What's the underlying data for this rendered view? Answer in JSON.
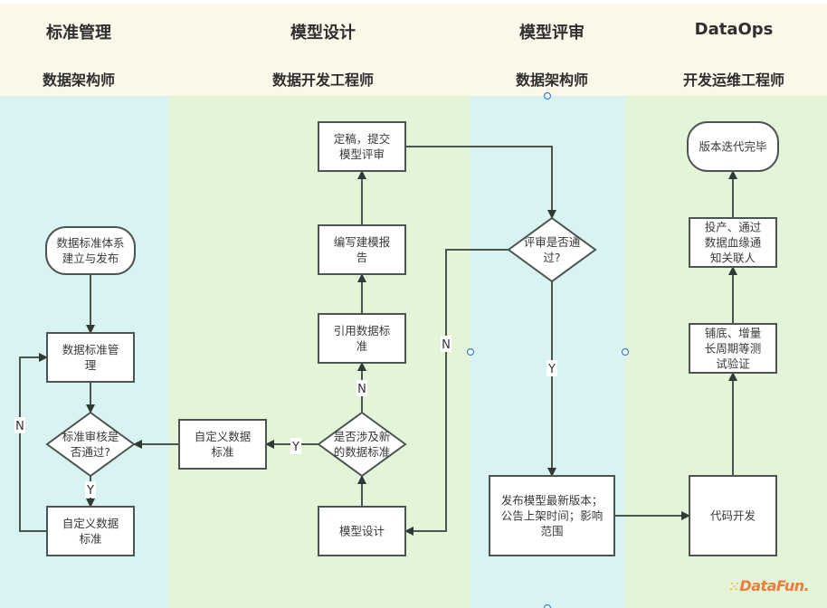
{
  "lanes": [
    {
      "title": "标准管理",
      "role": "数据架构师"
    },
    {
      "title": "模型设计",
      "role": "数据开发工程师"
    },
    {
      "title": "模型评审",
      "role": "数据架构师"
    },
    {
      "title": "DataOps",
      "role": "开发运维工程师"
    }
  ],
  "nodes": {
    "std_system": {
      "type": "terminal",
      "lines": [
        "数据标准体系",
        "建立与发布"
      ]
    },
    "std_manage": {
      "type": "process",
      "lines": [
        "数据标准管",
        "理"
      ]
    },
    "std_review": {
      "type": "decision",
      "lines": [
        "标准审核是",
        "否通过?"
      ]
    },
    "custom_std_1": {
      "type": "process",
      "lines": [
        "自定义数据",
        "标准"
      ]
    },
    "custom_std_2": {
      "type": "process",
      "lines": [
        "自定义数据",
        "标准"
      ]
    },
    "new_std_check": {
      "type": "decision",
      "lines": [
        "是否涉及新",
        "的数据标准"
      ]
    },
    "model_design": {
      "type": "process",
      "lines": [
        "模型设计"
      ]
    },
    "ref_std": {
      "type": "process",
      "lines": [
        "引用数据标",
        "准"
      ]
    },
    "write_report": {
      "type": "process",
      "lines": [
        "编写建模报",
        "告"
      ]
    },
    "submit_review": {
      "type": "process",
      "lines": [
        "定稿，提交",
        "模型评审"
      ]
    },
    "review_pass": {
      "type": "decision",
      "lines": [
        "评审是否通",
        "过?"
      ]
    },
    "publish": {
      "type": "process",
      "lines": [
        "发布模型最新版本；",
        "公告上架时间；影响",
        "范围"
      ]
    },
    "code_dev": {
      "type": "process",
      "lines": [
        "代码开发"
      ]
    },
    "test_verify": {
      "type": "process",
      "lines": [
        "铺底、增量",
        "长周期等测",
        "试验证"
      ]
    },
    "deploy": {
      "type": "process",
      "lines": [
        "投产、通过",
        "数据血缘通",
        "知关联人"
      ]
    },
    "done": {
      "type": "terminal",
      "lines": [
        "版本迭代完毕"
      ]
    }
  },
  "edge_labels": {
    "std_review_no": "N",
    "std_review_yes": "Y",
    "new_std_yes": "Y",
    "new_std_no": "N",
    "review_no": "N",
    "review_yes": "Y"
  },
  "colors": {
    "header_bg": "#fbf8ea",
    "lane_blue": "#d9f3f2",
    "lane_green": "#e3f4d9",
    "stroke": "#4a5550",
    "handle": "#3b7fd0"
  },
  "logo": {
    "text": "DataFun."
  }
}
